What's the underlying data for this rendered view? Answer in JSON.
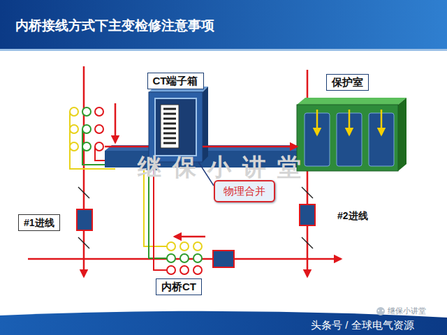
{
  "diagram": {
    "title": "内桥接线方式下主变检修注意事项",
    "nodes": [
      {
        "text": [
          "CT端子箱"
        ]
      },
      {
        "text": [
          "保护室"
        ]
      },
      {
        "text": [
          "物理合并"
        ]
      },
      {
        "text": [
          "#1进线"
        ]
      },
      {
        "text": [
          "#2进线"
        ]
      },
      {
        "text": [
          "内桥CT"
        ]
      }
    ],
    "edges": [
      {
        "from": 0,
        "to": 1,
        "arrow": "to"
      },
      {
        "from": 2,
        "to": 0,
        "arrow": "none"
      }
    ],
    "labels": [
      "继保小讲堂",
      "继保小讲堂",
      "头条号 / 全球电气资源"
    ]
  }
}
